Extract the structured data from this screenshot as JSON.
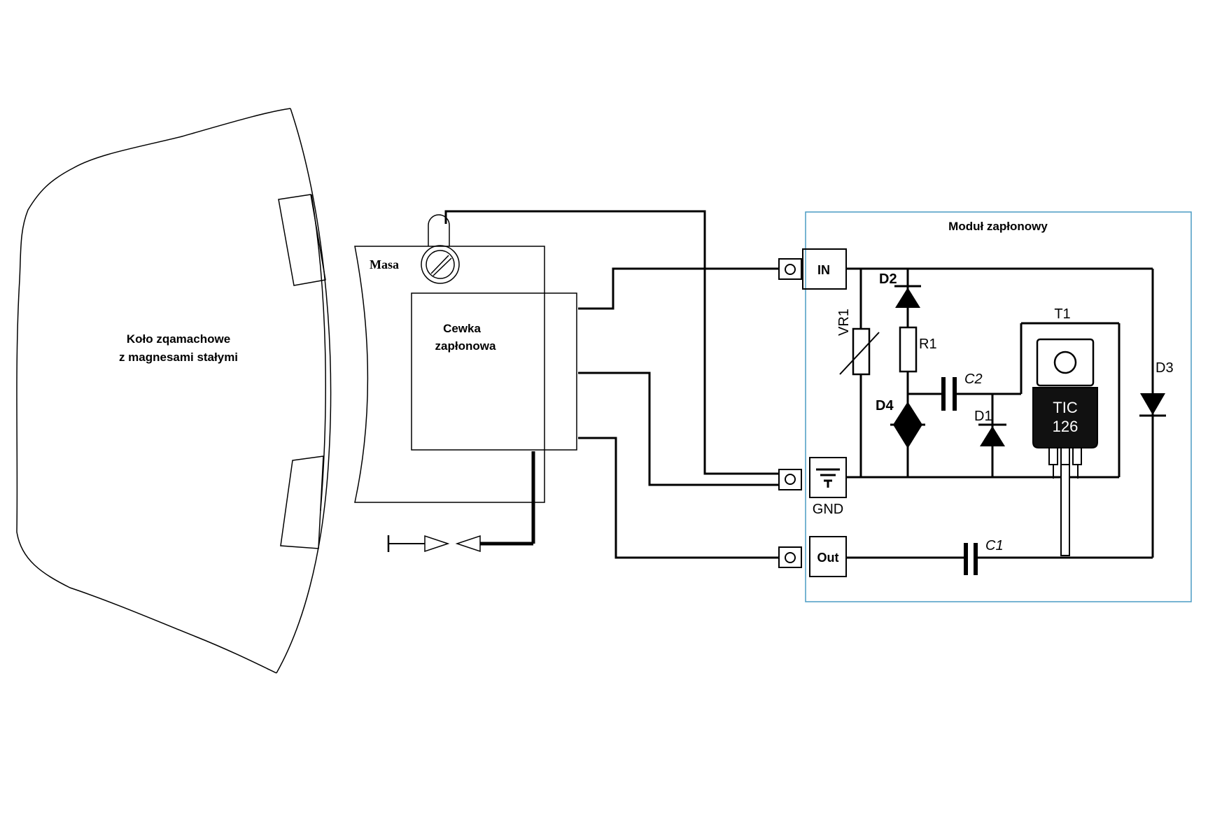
{
  "flywheel": {
    "label_line1": "Koło zqamachowe",
    "label_line2": "z magnesami stałymi"
  },
  "coil": {
    "ground_label": "Masa",
    "label_line1": "Cewka",
    "label_line2": "zapłonowa"
  },
  "module": {
    "title": "Moduł zapłonowy",
    "terminals": {
      "in": "IN",
      "gnd": "GND",
      "out": "Out"
    },
    "components": {
      "d1": "D1",
      "d2": "D2",
      "d3": "D3",
      "d4": "D4",
      "r1": "R1",
      "vr1": "VR1",
      "c1": "C1",
      "c2": "C2",
      "t1": "T1",
      "t1_marking_line1": "TIC",
      "t1_marking_line2": "126"
    }
  },
  "colors": {
    "module_border": "#4a9bc4",
    "line": "#000000",
    "thyristor_body": "#111111"
  }
}
